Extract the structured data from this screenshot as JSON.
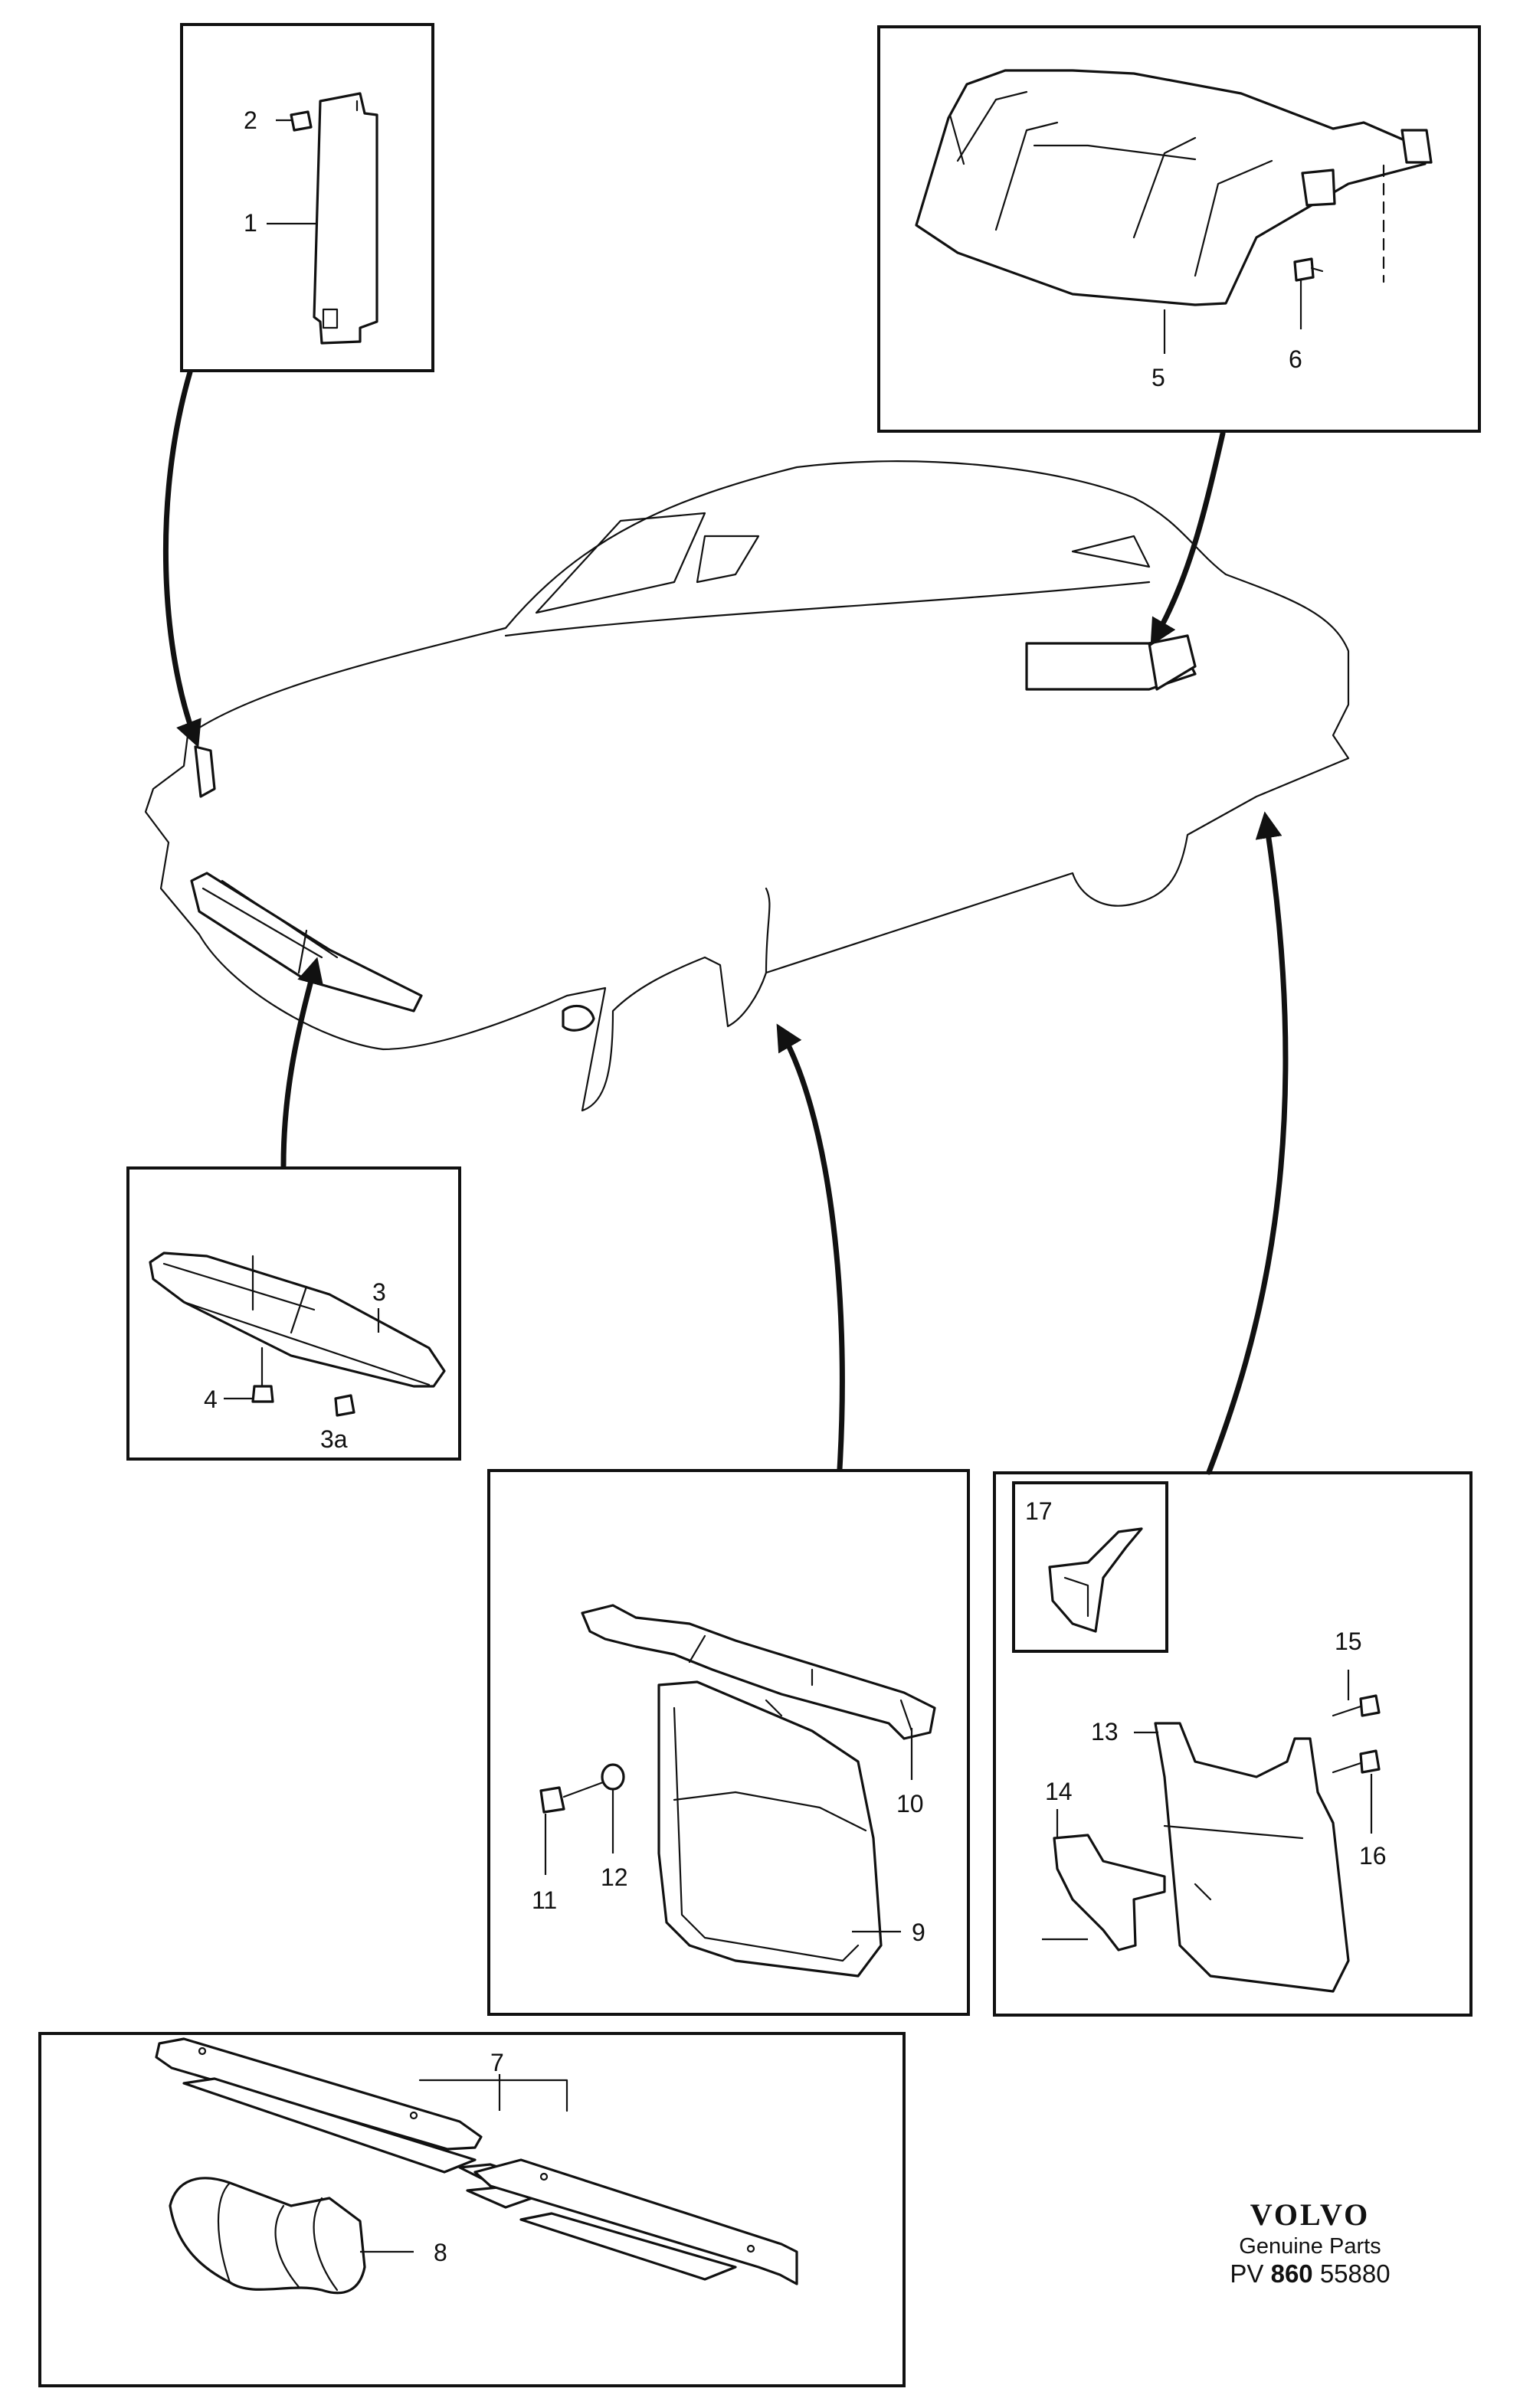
{
  "labels": {
    "l1": "1",
    "l2": "2",
    "l3": "3",
    "l3a": "3a",
    "l4": "4",
    "l5": "5",
    "l6": "6",
    "l7": "7",
    "l8": "8",
    "l9": "9",
    "l10": "10",
    "l11": "11",
    "l12": "12",
    "l13": "13",
    "l14": "14",
    "l15": "15",
    "l16": "16",
    "l17": "17"
  },
  "brand": {
    "logo": "VOLVO",
    "tagline": "Genuine Parts",
    "code_prefix": "PV",
    "code_bold": "860",
    "code_number": "55880"
  }
}
